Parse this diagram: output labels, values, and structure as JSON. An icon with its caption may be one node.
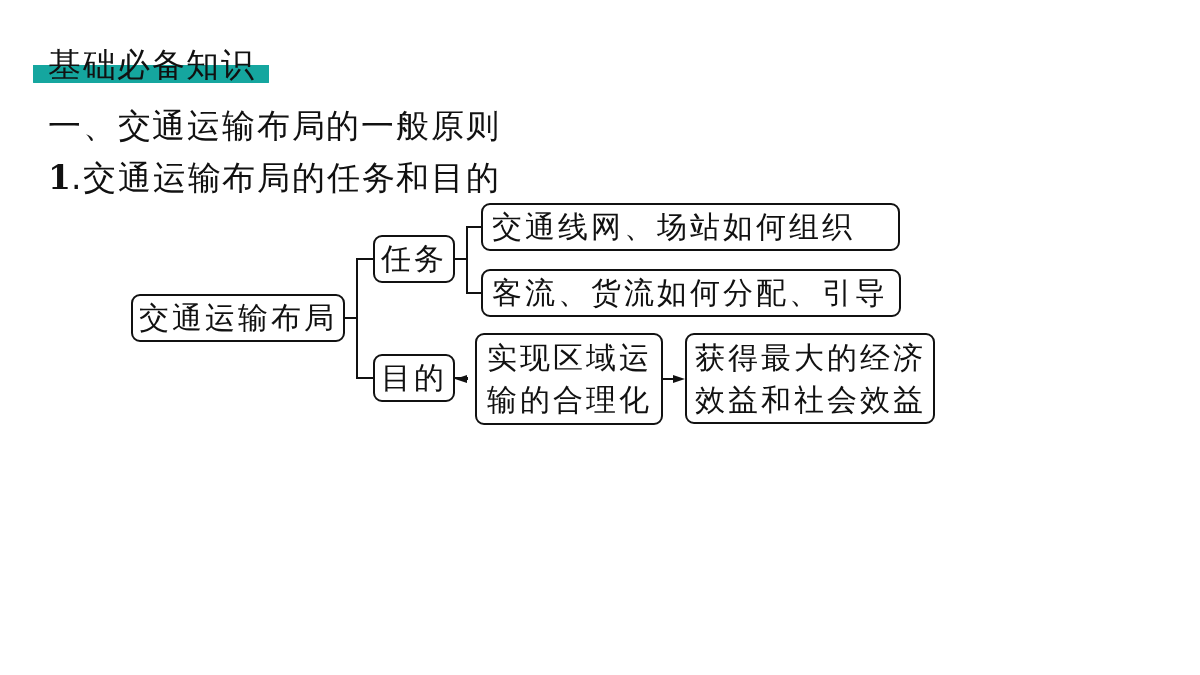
{
  "diagram": {
    "nodes": [
      {
        "text": [
          "交通运输布局"
        ]
      },
      {
        "text": [
          "任务"
        ]
      },
      {
        "text": [
          "交通线网、场站如何组织"
        ]
      },
      {
        "text": [
          "客流、货流如何分配、引导"
        ]
      },
      {
        "text": [
          "目的"
        ]
      },
      {
        "text": [
          "实现区域运输的合理化"
        ]
      },
      {
        "text": [
          "获得最大的经济效益和社会效益"
        ]
      }
    ],
    "edges": [
      {
        "from": 0,
        "to": 1,
        "arrow": "none"
      },
      {
        "from": 0,
        "to": 4,
        "arrow": "none"
      },
      {
        "from": 1,
        "to": 2,
        "arrow": "none"
      },
      {
        "from": 1,
        "to": 3,
        "arrow": "none"
      },
      {
        "from": 4,
        "to": 5,
        "arrow": "to"
      },
      {
        "from": 5,
        "to": 6,
        "arrow": "to"
      }
    ],
    "labels": [
      "基础必备知识",
      "一、交通运输布局的一般原则",
      "**1**.交通运输布局的任务和目的"
    ]
  }
}
